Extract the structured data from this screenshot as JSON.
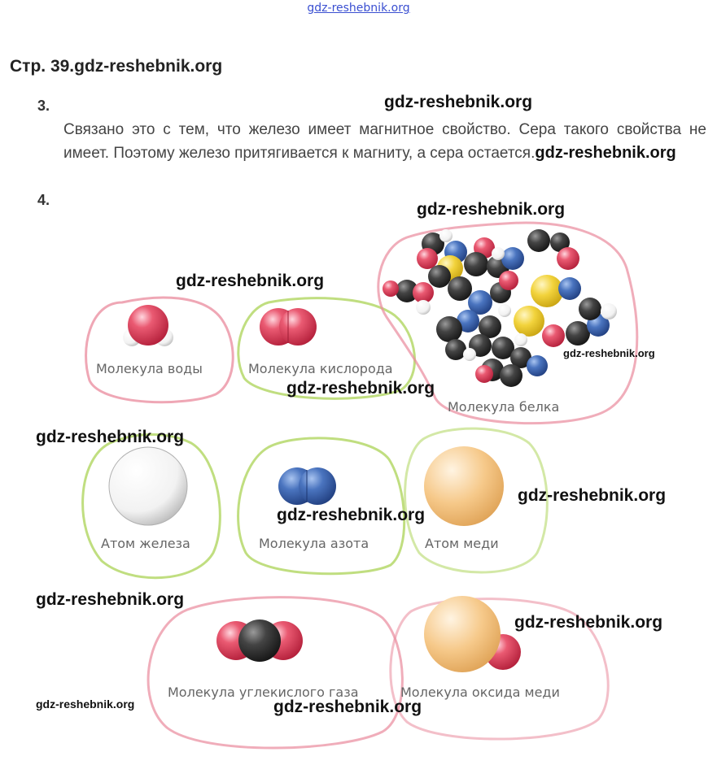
{
  "watermark_site": "gdz-reshebnik.org",
  "header": {
    "page_label": "Стр. 39."
  },
  "task3": {
    "number": "3.",
    "text": "Связано это с тем, что железо имеет магнитное свойство. Сера такого свойства не имеет. Поэтому железо притягивается к магниту, а сера остается."
  },
  "task4": {
    "number": "4."
  },
  "captions": {
    "water": "Молекула воды",
    "oxygen": "Молекула кислорода",
    "protein": "Молекула белка",
    "iron": "Атом железа",
    "nitrogen": "Молекула азота",
    "copper": "Атом меди",
    "co2": "Молекула углекислого газа",
    "copper_oxide": "Молекула оксида меди"
  },
  "colors": {
    "oxygen_red": "#e0405a",
    "hydrogen_white": "#eeeeee",
    "nitrogen_blue": "#3f6bb5",
    "carbon_dark": "#3c3c3c",
    "sulfur_yellow": "#f2d33c",
    "copper_peach": "#f6c98a",
    "outline_pink": "#e98a9c",
    "outline_green": "#b5d86a"
  }
}
